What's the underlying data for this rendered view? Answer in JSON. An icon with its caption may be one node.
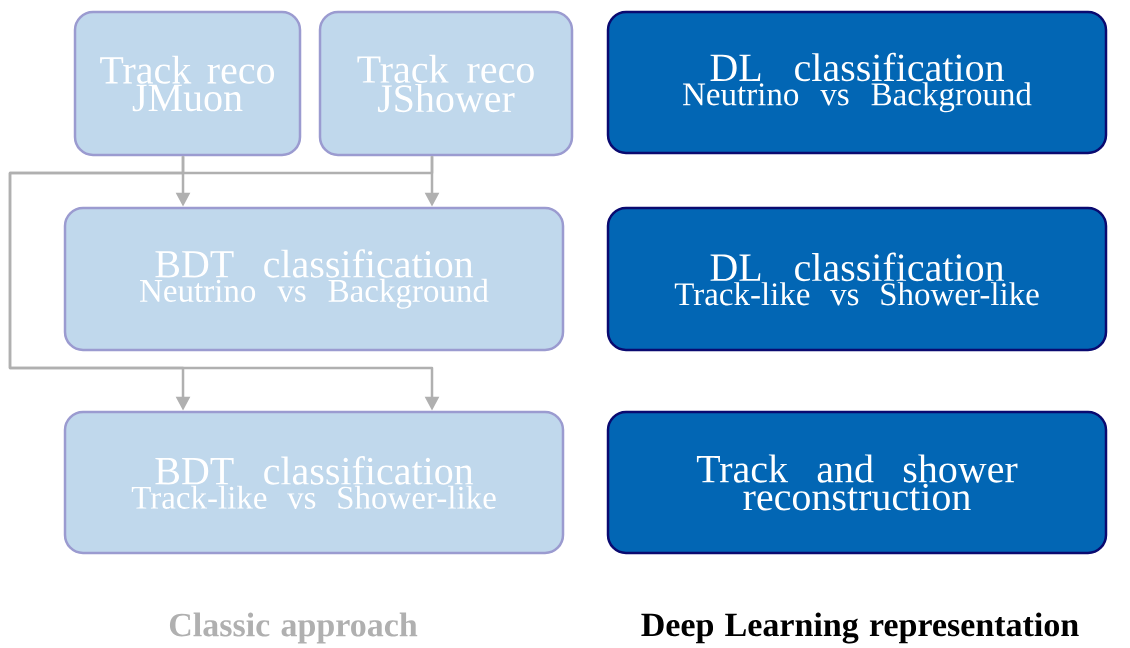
{
  "diagram": {
    "nodes": [
      {
        "text": [
          "Track reco JMuon"
        ]
      },
      {
        "text": [
          "Track reco JShower"
        ]
      },
      {
        "text": [
          "DL classification",
          "Neutrino vs Background"
        ]
      },
      {
        "text": [
          "BDT classification",
          "Neutrino vs Background"
        ]
      },
      {
        "text": [
          "DL classification",
          "Track-like vs Shower-like"
        ]
      },
      {
        "text": [
          "BDT classification",
          "Track-like vs Shower-like"
        ]
      },
      {
        "text": [
          "Track and shower reconstruction"
        ]
      }
    ],
    "edges": [
      {
        "from": 0,
        "to": 3,
        "arrow": "to"
      },
      {
        "from": 1,
        "to": 3,
        "arrow": "to"
      },
      {
        "from": 0,
        "to": 5,
        "arrow": "to"
      },
      {
        "from": 1,
        "to": 5,
        "arrow": "to"
      }
    ],
    "labels": [
      "Classic approach",
      "Deep Learning representation"
    ]
  }
}
